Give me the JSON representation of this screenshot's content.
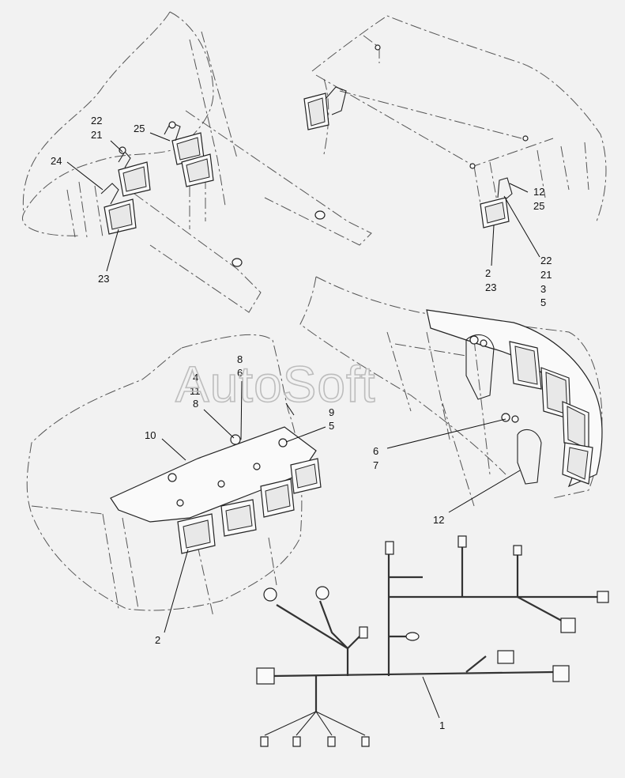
{
  "watermark": "AutoSoft",
  "callouts": {
    "tl_22": "22",
    "tl_21": "21",
    "tl_25": "25",
    "tl_24": "24",
    "tl_23": "23",
    "tr_12": "12",
    "tr_25": "25",
    "tr_22": "22",
    "tr_21": "21",
    "tr_3": "3",
    "tr_5": "5",
    "tr_2": "2",
    "tr_23": "23",
    "ml_8a": "8",
    "ml_6": "6",
    "ml_4": "4",
    "ml_11": "11",
    "ml_8b": "8",
    "ml_10": "10",
    "ml_9": "9",
    "ml_5": "5",
    "ml_2": "2",
    "mr_6": "6",
    "mr_7": "7",
    "mr_12": "12",
    "harness_1": "1"
  }
}
